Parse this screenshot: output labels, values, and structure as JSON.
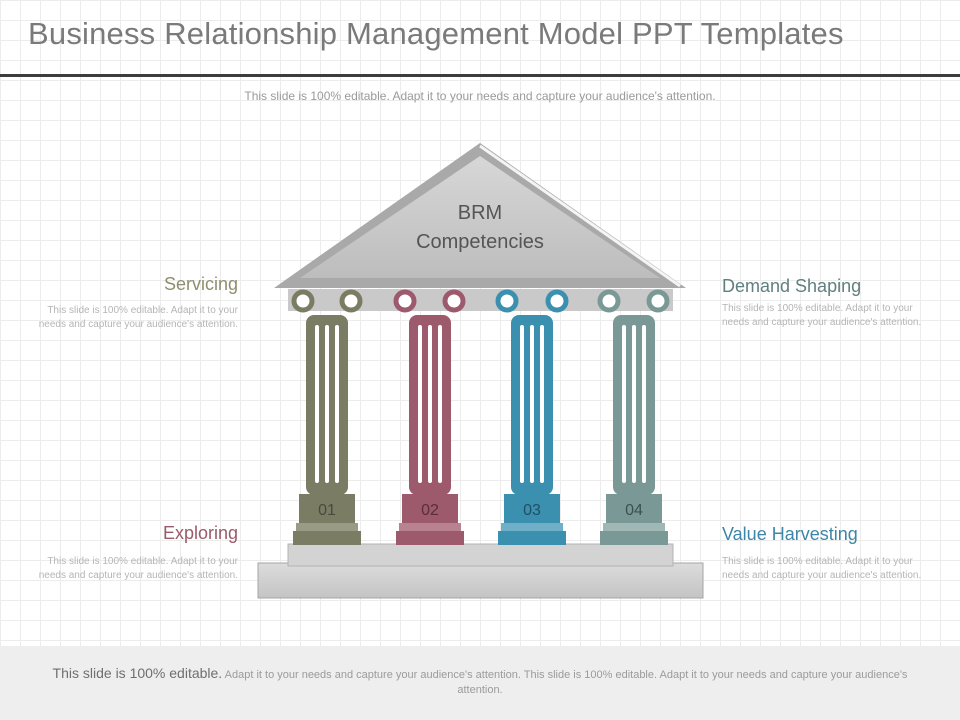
{
  "slide": {
    "title": "Business Relationship Management Model PPT Templates",
    "subtitle": "This slide is 100% editable. Adapt it to your needs and capture your audience's attention."
  },
  "diagram": {
    "roof": {
      "line1": "BRM",
      "line2": "Competencies"
    },
    "pillars": [
      {
        "label": "01",
        "color": "#7b7c64"
      },
      {
        "label": "02",
        "color": "#9c5a6c"
      },
      {
        "label": "03",
        "color": "#3b90b0"
      },
      {
        "label": "04",
        "color": "#7a9996"
      }
    ]
  },
  "items": [
    {
      "title": "Servicing",
      "color": "#8e8e6e",
      "text": "This slide is 100% editable. Adapt it to your needs and capture your audience's attention."
    },
    {
      "title": "Demand Shaping",
      "color": "#5f7f80",
      "text": "This slide is 100% editable. Adapt it to your needs and capture your audience's attention."
    },
    {
      "title": "Exploring",
      "color": "#9a5a6b",
      "text": "This slide is 100% editable. Adapt it to your needs and capture your audience's attention."
    },
    {
      "title": "Value Harvesting",
      "color": "#3d86a8",
      "text": "This slide is 100% editable. Adapt it to your needs and capture your audience's attention."
    }
  ],
  "footer": {
    "lead": "This slide is 100% editable.",
    "text": "Adapt it to your needs and capture your audience's attention. This slide is 100% editable. Adapt it to your needs and capture your audience's attention."
  }
}
